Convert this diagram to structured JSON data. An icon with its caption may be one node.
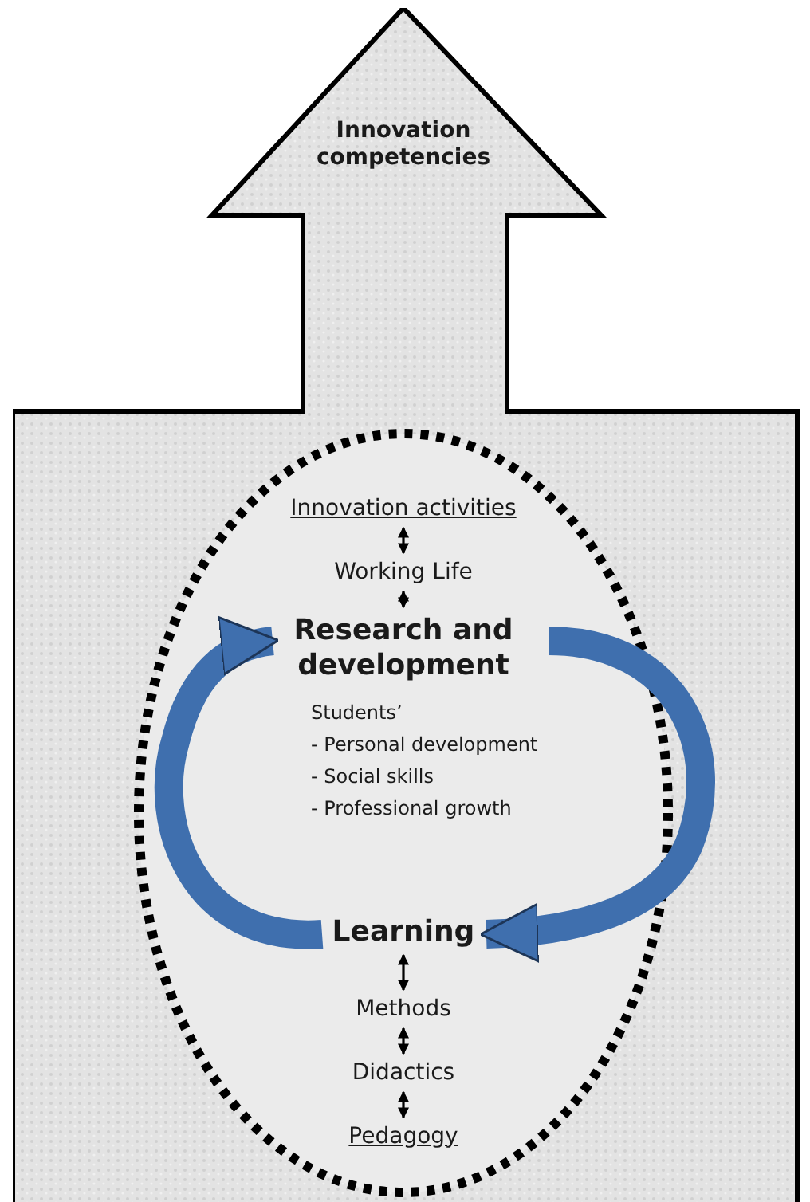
{
  "diagram": {
    "nodes": [
      {
        "text": [
          "Innovation competencies"
        ]
      },
      {
        "text": [],
        "shape": "circle",
        "in": 0
      },
      {
        "text": [
          "Innovation activities"
        ],
        "in": 1
      },
      {
        "text": [
          "Working Life"
        ],
        "in": 1
      },
      {
        "text": [
          "Research and development"
        ],
        "in": 1
      },
      {
        "text": [
          "Learning"
        ],
        "in": 1
      },
      {
        "text": [
          "Methods"
        ],
        "in": 1
      },
      {
        "text": [
          "Didactics"
        ],
        "in": 1
      },
      {
        "text": [
          "Pedagogy"
        ],
        "in": 1
      }
    ],
    "edges": [
      {
        "from": 2,
        "to": 3,
        "arrow": "both"
      },
      {
        "from": 3,
        "to": 4,
        "arrow": "both"
      },
      {
        "from": 4,
        "to": 5,
        "arrow": "to",
        "style": "thick",
        "color": "#3f6fae"
      },
      {
        "from": 5,
        "to": 4,
        "arrow": "to",
        "style": "thick",
        "color": "#3f6fae"
      },
      {
        "from": 5,
        "to": 6,
        "arrow": "both"
      },
      {
        "from": 6,
        "to": 7,
        "arrow": "both"
      },
      {
        "from": 7,
        "to": 8,
        "arrow": "both"
      }
    ],
    "labels": [
      "Students’",
      "- Personal development",
      "- Social skills",
      "- Professional growth"
    ]
  }
}
